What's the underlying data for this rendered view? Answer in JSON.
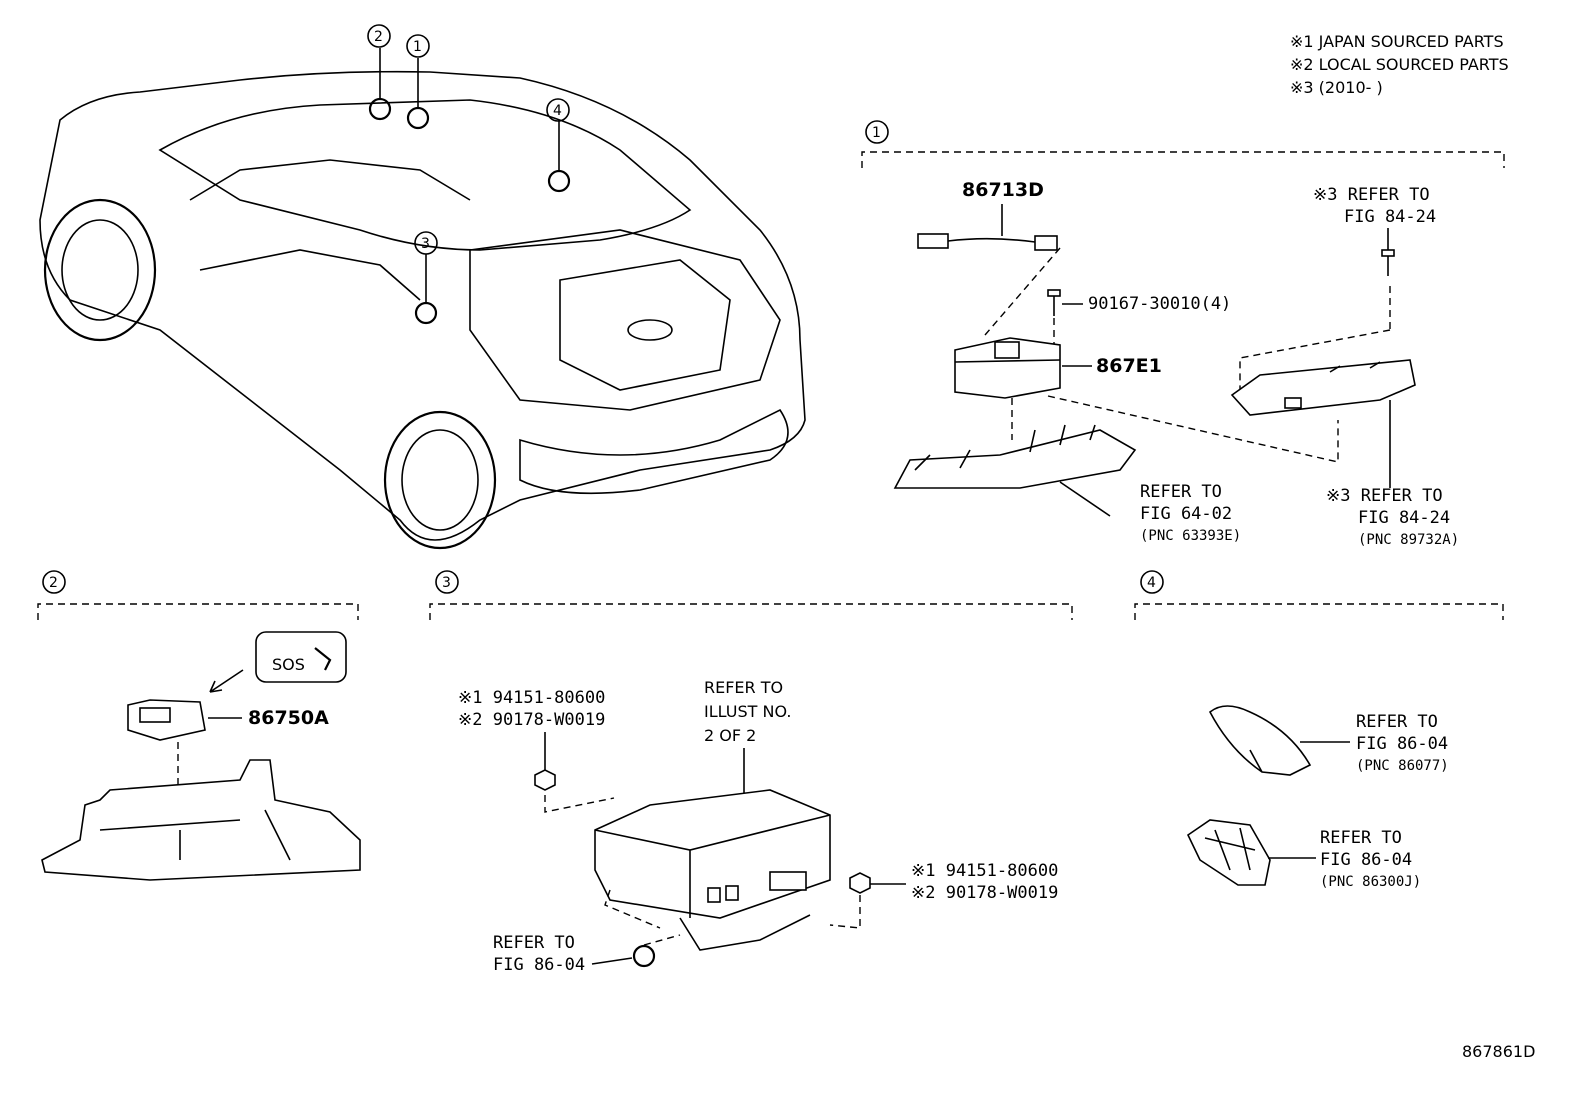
{
  "legend": {
    "l1": "※1 JAPAN SOURCED PARTS",
    "l2": "※2 LOCAL SOURCED PARTS",
    "l3": "※3 (2010-     )"
  },
  "callouts": {
    "c1": "1",
    "c2": "2",
    "c3": "3",
    "c4": "4"
  },
  "section1": {
    "num": "1",
    "p_harness": "86713D",
    "p_screw": "90167-30010(4)",
    "p_module": "867E1",
    "ref_top_a": "※3 REFER TO",
    "ref_top_b": "FIG 84-24",
    "ref_mid_a": "REFER TO",
    "ref_mid_b": "FIG 64-02",
    "ref_mid_c": "(PNC 63393E)",
    "ref_right_a": "※3 REFER TO",
    "ref_right_b": "FIG 84-24",
    "ref_right_c": "(PNC 89732A)"
  },
  "section2": {
    "num": "2",
    "sos": "SOS",
    "p_switch": "86750A"
  },
  "section3": {
    "num": "3",
    "nut_l_1": "※1 94151-80600",
    "nut_l_2": "※2 90178-W0019",
    "illust_a": "REFER TO",
    "illust_b": "ILLUST NO.",
    "illust_c": "2 OF 2",
    "nut_r_1": "※1 94151-80600",
    "nut_r_2": "※2 90178-W0019",
    "ref_a": "REFER TO",
    "ref_b": "FIG 86-04"
  },
  "section4": {
    "num": "4",
    "ant_a": "REFER TO",
    "ant_b": "FIG 86-04",
    "ant_c": "(PNC 86077)",
    "amp_a": "REFER TO",
    "amp_b": "FIG 86-04",
    "amp_c": "(PNC 86300J)"
  },
  "figure_id": "867861D"
}
